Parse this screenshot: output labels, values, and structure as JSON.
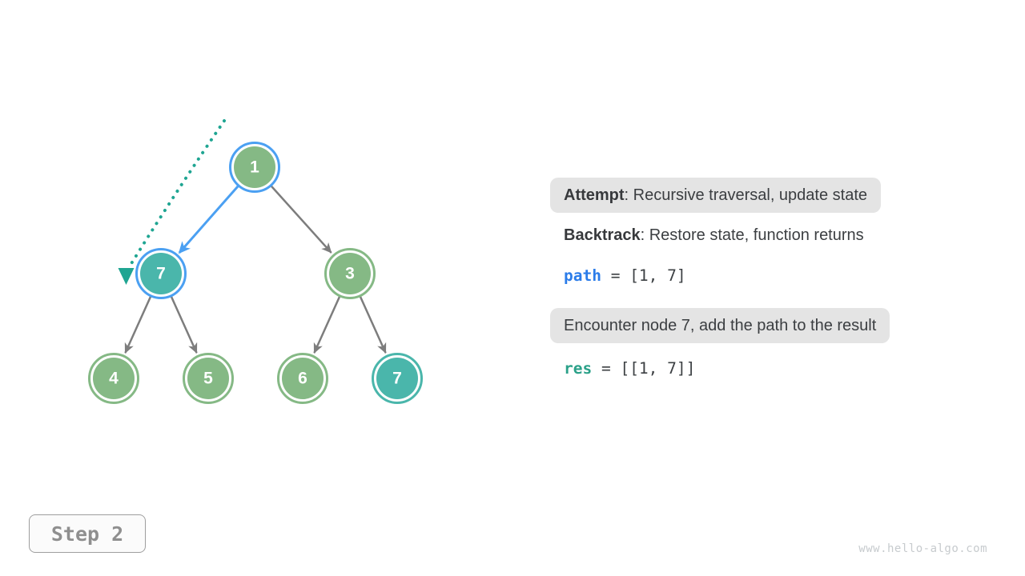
{
  "colors": {
    "node_green": "#85B985",
    "node_teal": "#4AB6AB",
    "highlight_ring_blue": "#4BA0F2",
    "edge_gray": "#7D7D7D",
    "trace_teal": "#1FA592",
    "callout_bg": "#E4E4E4",
    "code_blue": "#2B7CE9",
    "code_teal": "#2BA189",
    "text_dark": "#3B3E41",
    "step_gray": "#8F8F8F",
    "watermark_gray": "#C7CBCE"
  },
  "tree": {
    "nodes": [
      {
        "label": "1",
        "fill": "green",
        "ring": "blue",
        "highlighted": true
      },
      {
        "label": "7",
        "fill": "teal",
        "ring": "blue",
        "highlighted": true
      },
      {
        "label": "3",
        "fill": "green",
        "ring": "green",
        "highlighted": false
      },
      {
        "label": "4",
        "fill": "green",
        "ring": "green",
        "highlighted": false
      },
      {
        "label": "5",
        "fill": "green",
        "ring": "green",
        "highlighted": false
      },
      {
        "label": "6",
        "fill": "green",
        "ring": "green",
        "highlighted": false
      },
      {
        "label": "7",
        "fill": "teal",
        "ring": "teal",
        "highlighted": false
      }
    ],
    "edges": [
      {
        "from": "1",
        "to": "7-left",
        "style": "highlight-blue-arrow"
      },
      {
        "from": "1",
        "to": "3",
        "style": "gray-arrow"
      },
      {
        "from": "7-left",
        "to": "4",
        "style": "gray-arrow"
      },
      {
        "from": "7-left",
        "to": "5",
        "style": "gray-arrow"
      },
      {
        "from": "3",
        "to": "6",
        "style": "gray-arrow"
      },
      {
        "from": "3",
        "to": "7-right",
        "style": "gray-arrow"
      }
    ],
    "trace": {
      "description": "dotted backtrack trace curving from above root down to node 7",
      "color": "teal"
    }
  },
  "panel": {
    "attempt_label": "Attempt",
    "attempt_rest": ": Recursive traversal, update state",
    "backtrack_label": "Backtrack",
    "backtrack_rest": ": Restore state, function returns",
    "path_keyword": "path",
    "path_rest": " = [1, 7]",
    "encounter_text": "Encounter node 7, add the path to the result",
    "res_keyword": "res",
    "res_rest": " = [[1, 7]]"
  },
  "step_label": "Step 2",
  "watermark": "www.hello-algo.com"
}
